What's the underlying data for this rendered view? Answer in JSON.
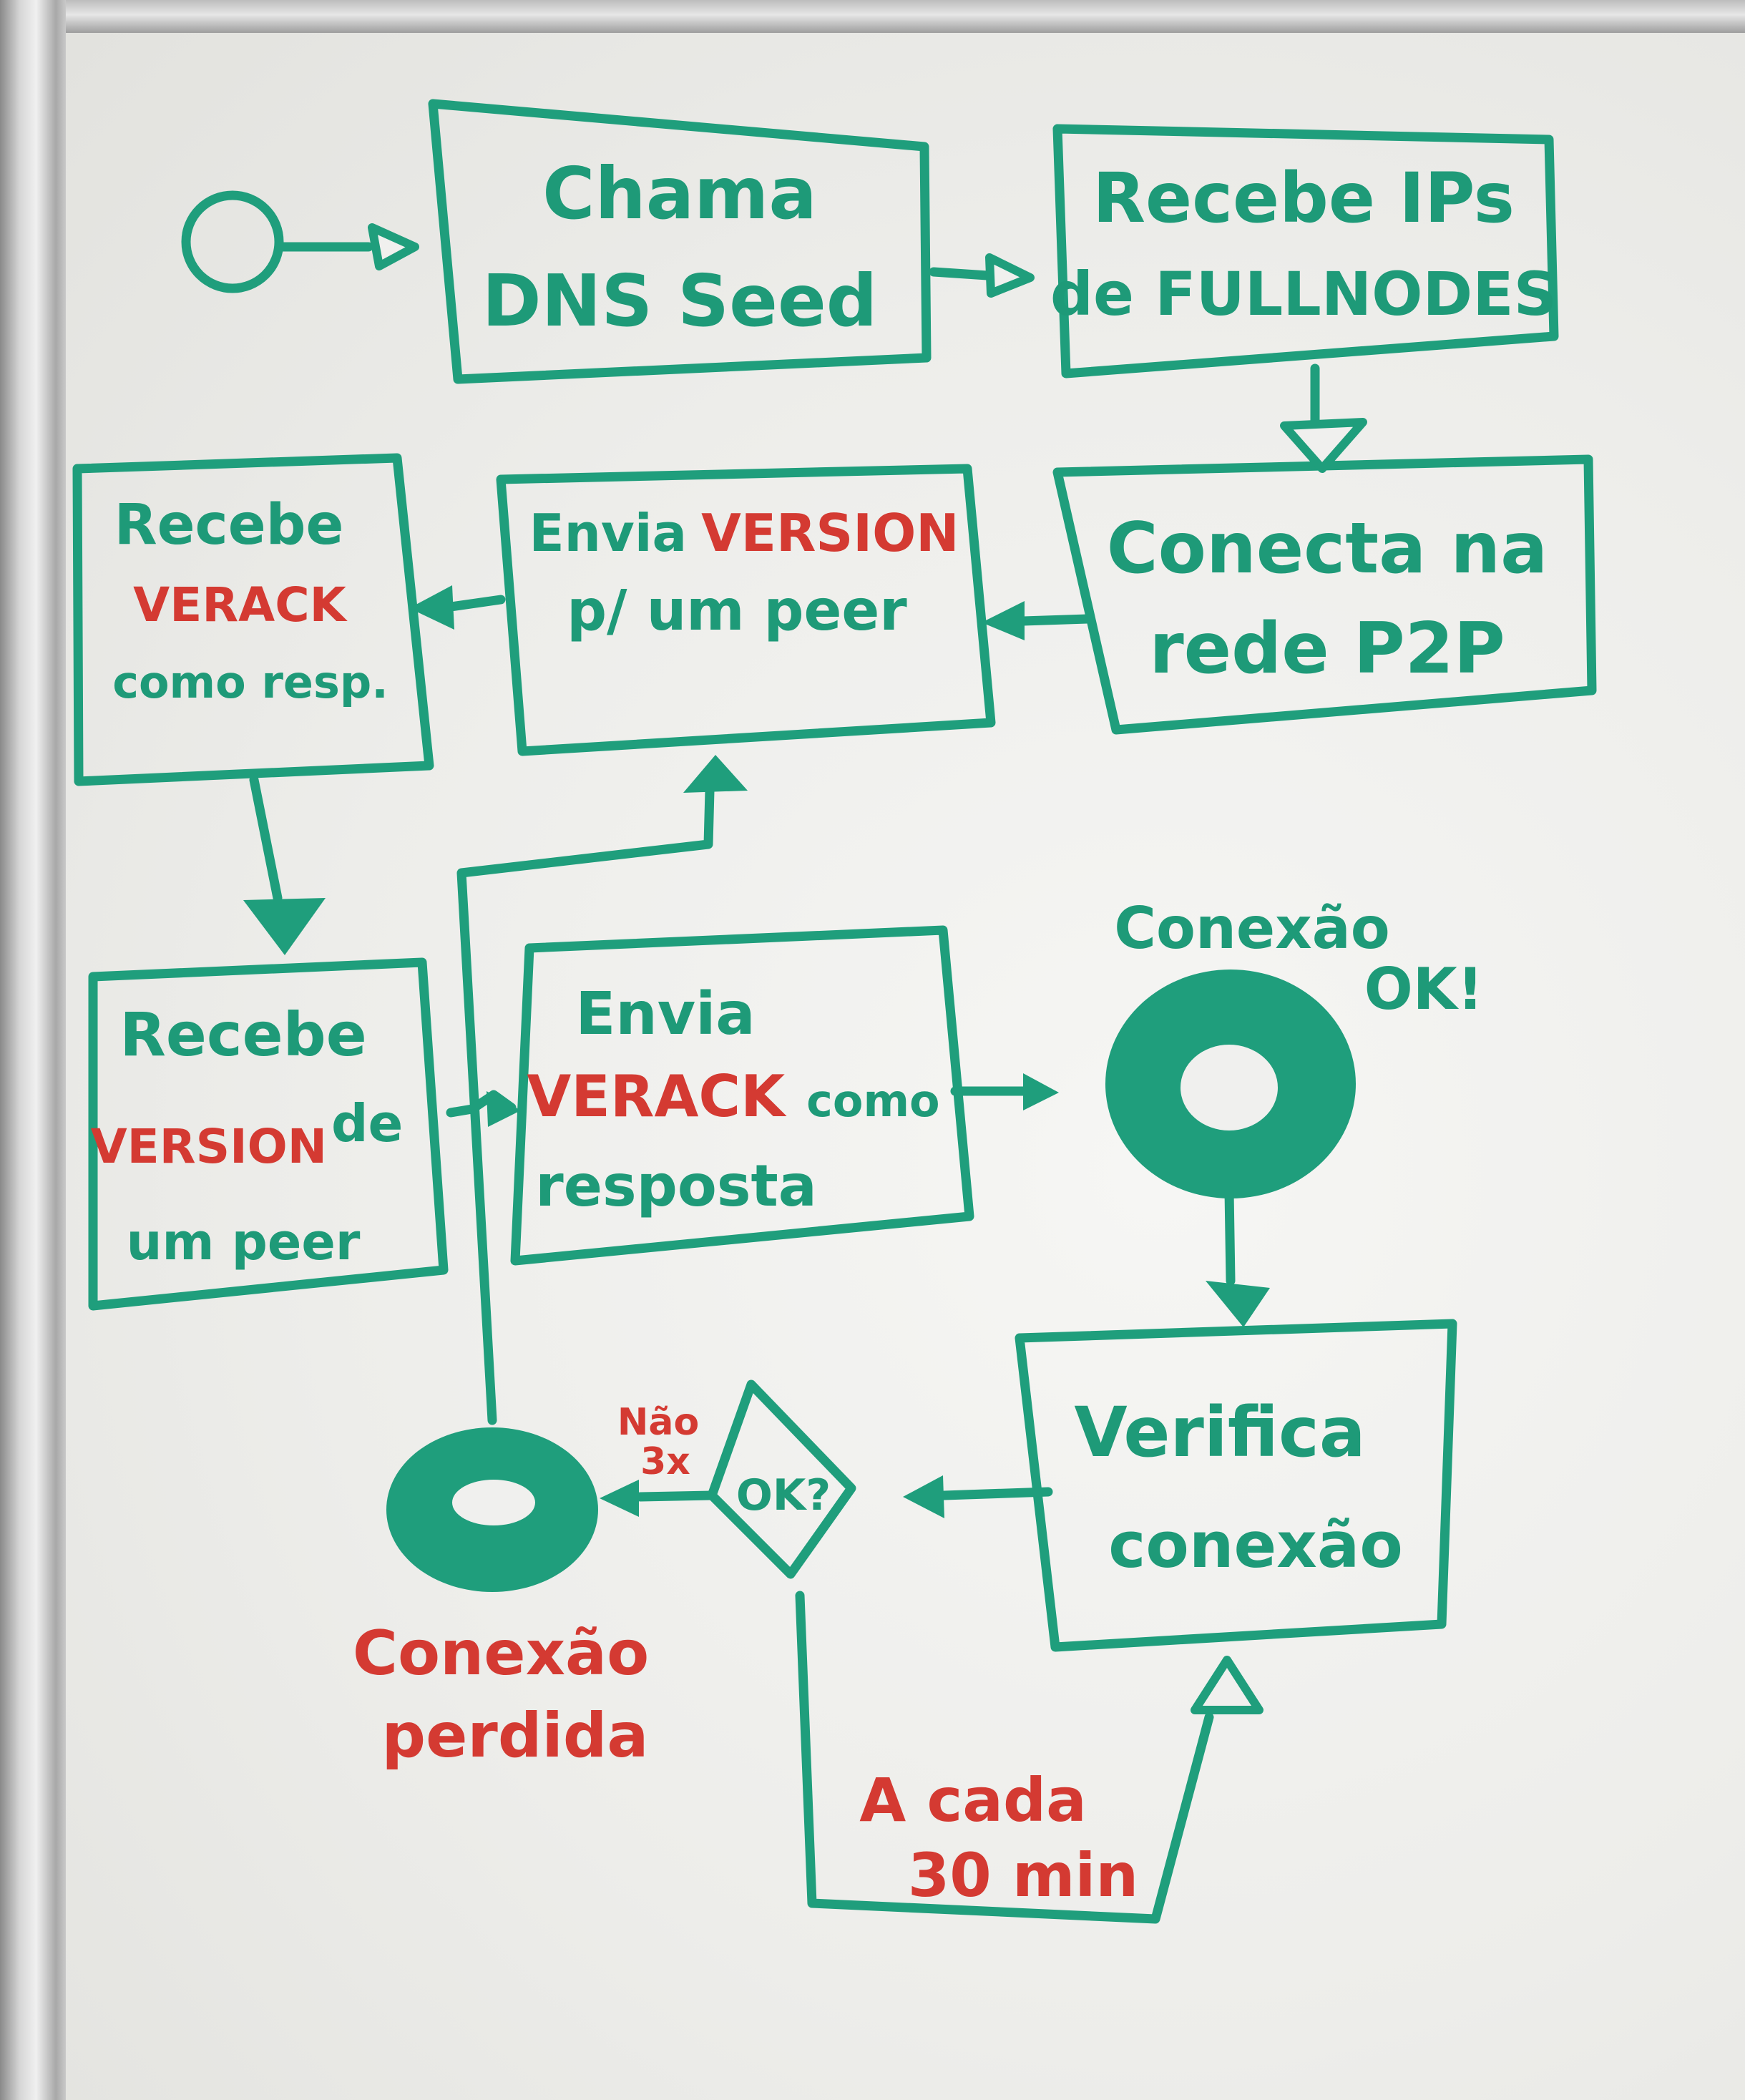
{
  "colors": {
    "marker_green": "#1f9e7c",
    "marker_red": "#d43a32",
    "board": "#f0f0ee"
  },
  "nodes": {
    "chama_dns": {
      "line1": "Chama",
      "line2": "DNS Seed"
    },
    "recebe_ips": {
      "line1": "Recebe IPs",
      "line2": "de FULLNODES"
    },
    "conecta_p2p": {
      "line1": "Conecta na",
      "line2": "rede P2P"
    },
    "envia_version": {
      "line1a": "Envia",
      "line1b": "VERSION",
      "line2": "p/ um peer"
    },
    "recebe_verack": {
      "line1": "Recebe",
      "line2": "VERACK",
      "line3": "como resp."
    },
    "recebe_version": {
      "line1": "Recebe",
      "line2a": "VERSION",
      "line2b": "de",
      "line3": "um peer"
    },
    "envia_verack": {
      "line1": "Envia",
      "line2a": "VERACK",
      "line2b": "como",
      "line3": "resposta"
    },
    "conexao_ok": {
      "line1": "Conexão",
      "line2": "OK!"
    },
    "verifica": {
      "line1": "Verifica",
      "line2": "conexão"
    },
    "decision": {
      "label": "OK?"
    },
    "conexao_perdida": {
      "line1": "Conexão",
      "line2": "perdida"
    }
  },
  "edge_labels": {
    "nao": "Não",
    "tres_x": "3x",
    "a_cada": "A cada",
    "trinta_min": "30 min"
  }
}
